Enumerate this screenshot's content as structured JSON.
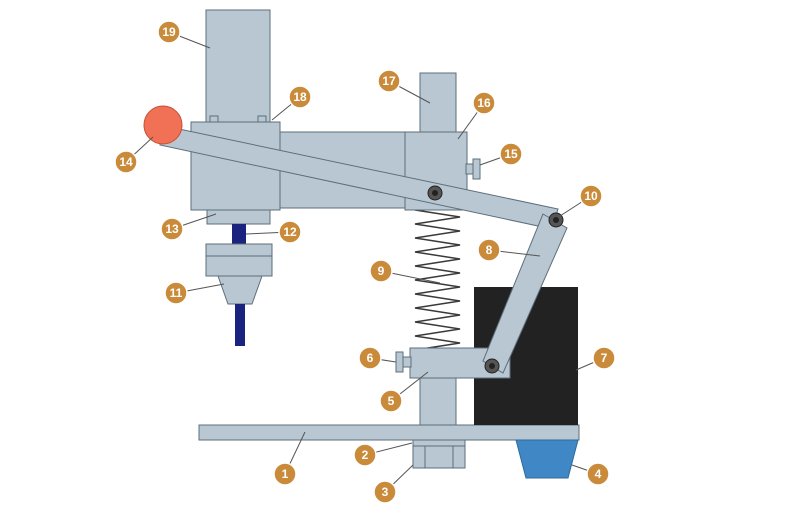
{
  "colors": {
    "metal": "#b8c7d1",
    "metal_stroke": "#5d6f7c",
    "weight_block": "#222222",
    "foot_pad": "#3f88c5",
    "handle_knob": "#f07155",
    "drill_bit": "#1a237e",
    "callout_fill": "#c98a3a"
  },
  "icons": {
    "pivot": "pivot-bolt-icon",
    "nut": "hex-nut-icon"
  },
  "callouts": [
    {
      "id": "1",
      "label": "1"
    },
    {
      "id": "2",
      "label": "2"
    },
    {
      "id": "3",
      "label": "3"
    },
    {
      "id": "4",
      "label": "4"
    },
    {
      "id": "5",
      "label": "5"
    },
    {
      "id": "6",
      "label": "6"
    },
    {
      "id": "7",
      "label": "7"
    },
    {
      "id": "8",
      "label": "8"
    },
    {
      "id": "9",
      "label": "9"
    },
    {
      "id": "10",
      "label": "10"
    },
    {
      "id": "11",
      "label": "11"
    },
    {
      "id": "12",
      "label": "12"
    },
    {
      "id": "13",
      "label": "13"
    },
    {
      "id": "14",
      "label": "14"
    },
    {
      "id": "15",
      "label": "15"
    },
    {
      "id": "16",
      "label": "16"
    },
    {
      "id": "17",
      "label": "17"
    },
    {
      "id": "18",
      "label": "18"
    },
    {
      "id": "19",
      "label": "19"
    }
  ]
}
